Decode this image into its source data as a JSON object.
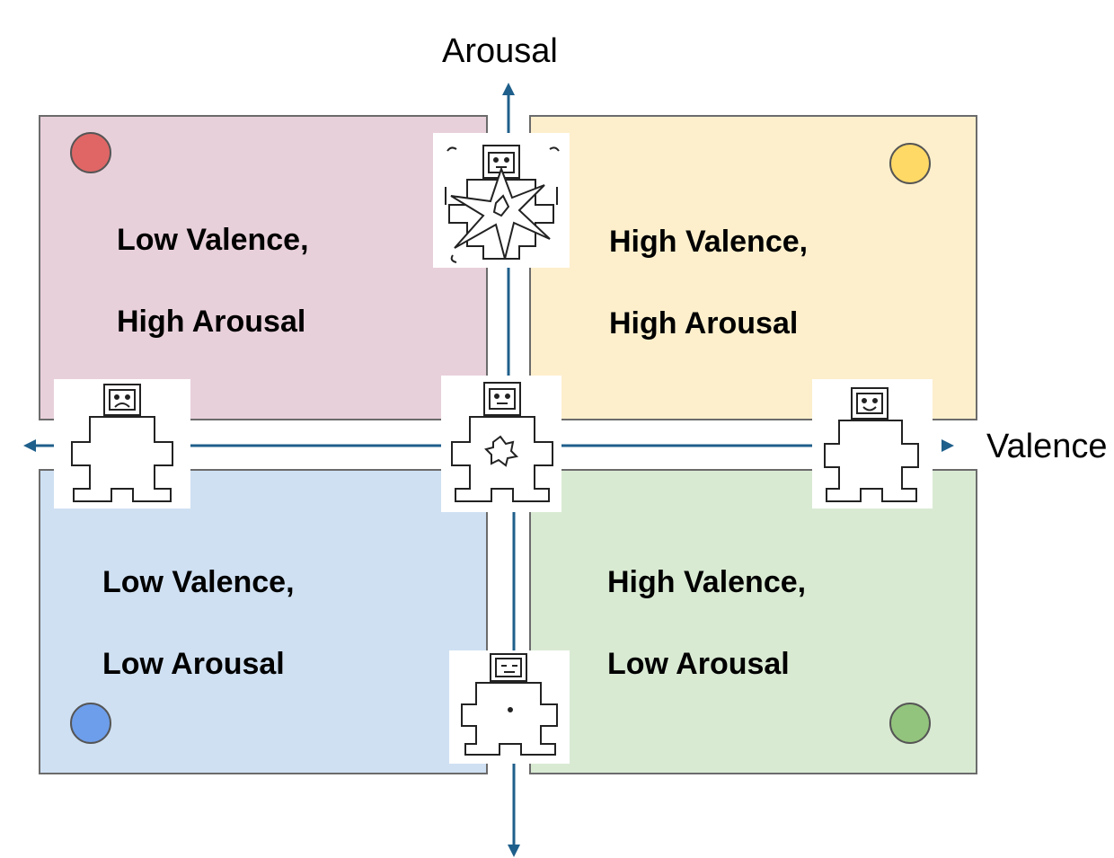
{
  "axes": {
    "y_label": "Arousal",
    "x_label": "Valence",
    "color": "#1f5f8b"
  },
  "quadrants": {
    "top_left": {
      "line1": "Low Valence,",
      "line2": "High Arousal",
      "fill": "#e8d0da",
      "dot_color": "#e06666"
    },
    "top_right": {
      "line1": "High Valence,",
      "line2": "High Arousal",
      "fill": "#fdefcc",
      "dot_color": "#ffd966"
    },
    "bottom_left": {
      "line1": "Low Valence,",
      "line2": "Low Arousal",
      "fill": "#cfe0f2",
      "dot_color": "#6d9eeb"
    },
    "bottom_right": {
      "line1": "High Valence,",
      "line2": "Low Arousal",
      "fill": "#d9ead3",
      "dot_color": "#93c47d"
    }
  },
  "figures": {
    "top": "sam-excited-figure-icon",
    "left": "sam-sad-figure-icon",
    "center": "sam-neutral-figure-icon",
    "right": "sam-happy-figure-icon",
    "bottom": "sam-calm-figure-icon"
  }
}
